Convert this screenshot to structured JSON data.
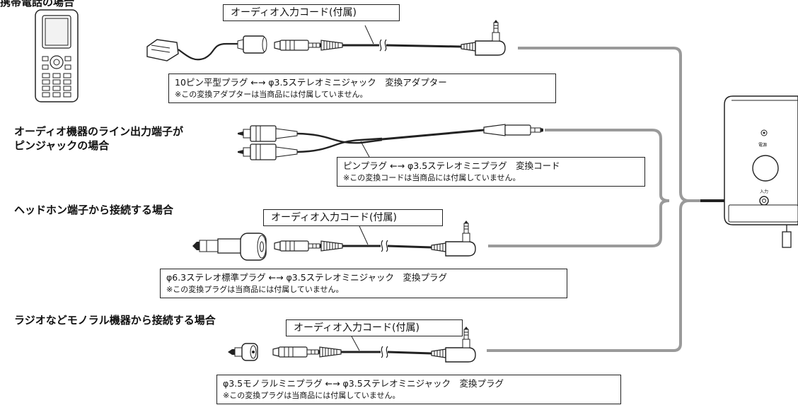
{
  "headings": {
    "mobile": "携帯電話の場合",
    "line_out": "オーディオ機器のライン出力端子が\nピンジャックの場合",
    "headphone": "ヘッドホン端子から接続する場合",
    "mono": "ラジオなどモノラル機器から接続する場合"
  },
  "callouts": {
    "cord_1": "オーディオ入力コード(付属)",
    "cord_2": "オーディオ入力コード(付属)",
    "cord_3": "オーディオ入力コード(付属)"
  },
  "notes": {
    "adapter_10pin": {
      "line1": "10ピン平型プラグ ←→ φ3.5ステレオミニジャック　変換アダプター",
      "line2": "※この変換アダプターは当商品には付属していません。"
    },
    "pin_plug": {
      "line1": "ピンプラグ ←→ φ3.5ステレオミニプラグ　変換コード",
      "line2": "※この変換コードは当商品には付属していません。"
    },
    "std_plug": {
      "line1": "φ6.3ステレオ標準プラグ ←→ φ3.5ステレオミニジャック　変換プラグ",
      "line2": "※この変換プラグは当商品には付属していません。"
    },
    "mono_plug": {
      "line1": "φ3.5モノラルミニプラグ ←→ φ3.5ステレオミニジャック　変換プラグ",
      "line2": "※この変換プラグは当商品には付属していません。"
    }
  },
  "device": {
    "power_label": "電源",
    "input_label": "入力"
  },
  "colors": {
    "line": "#222222",
    "route": "#999999"
  }
}
